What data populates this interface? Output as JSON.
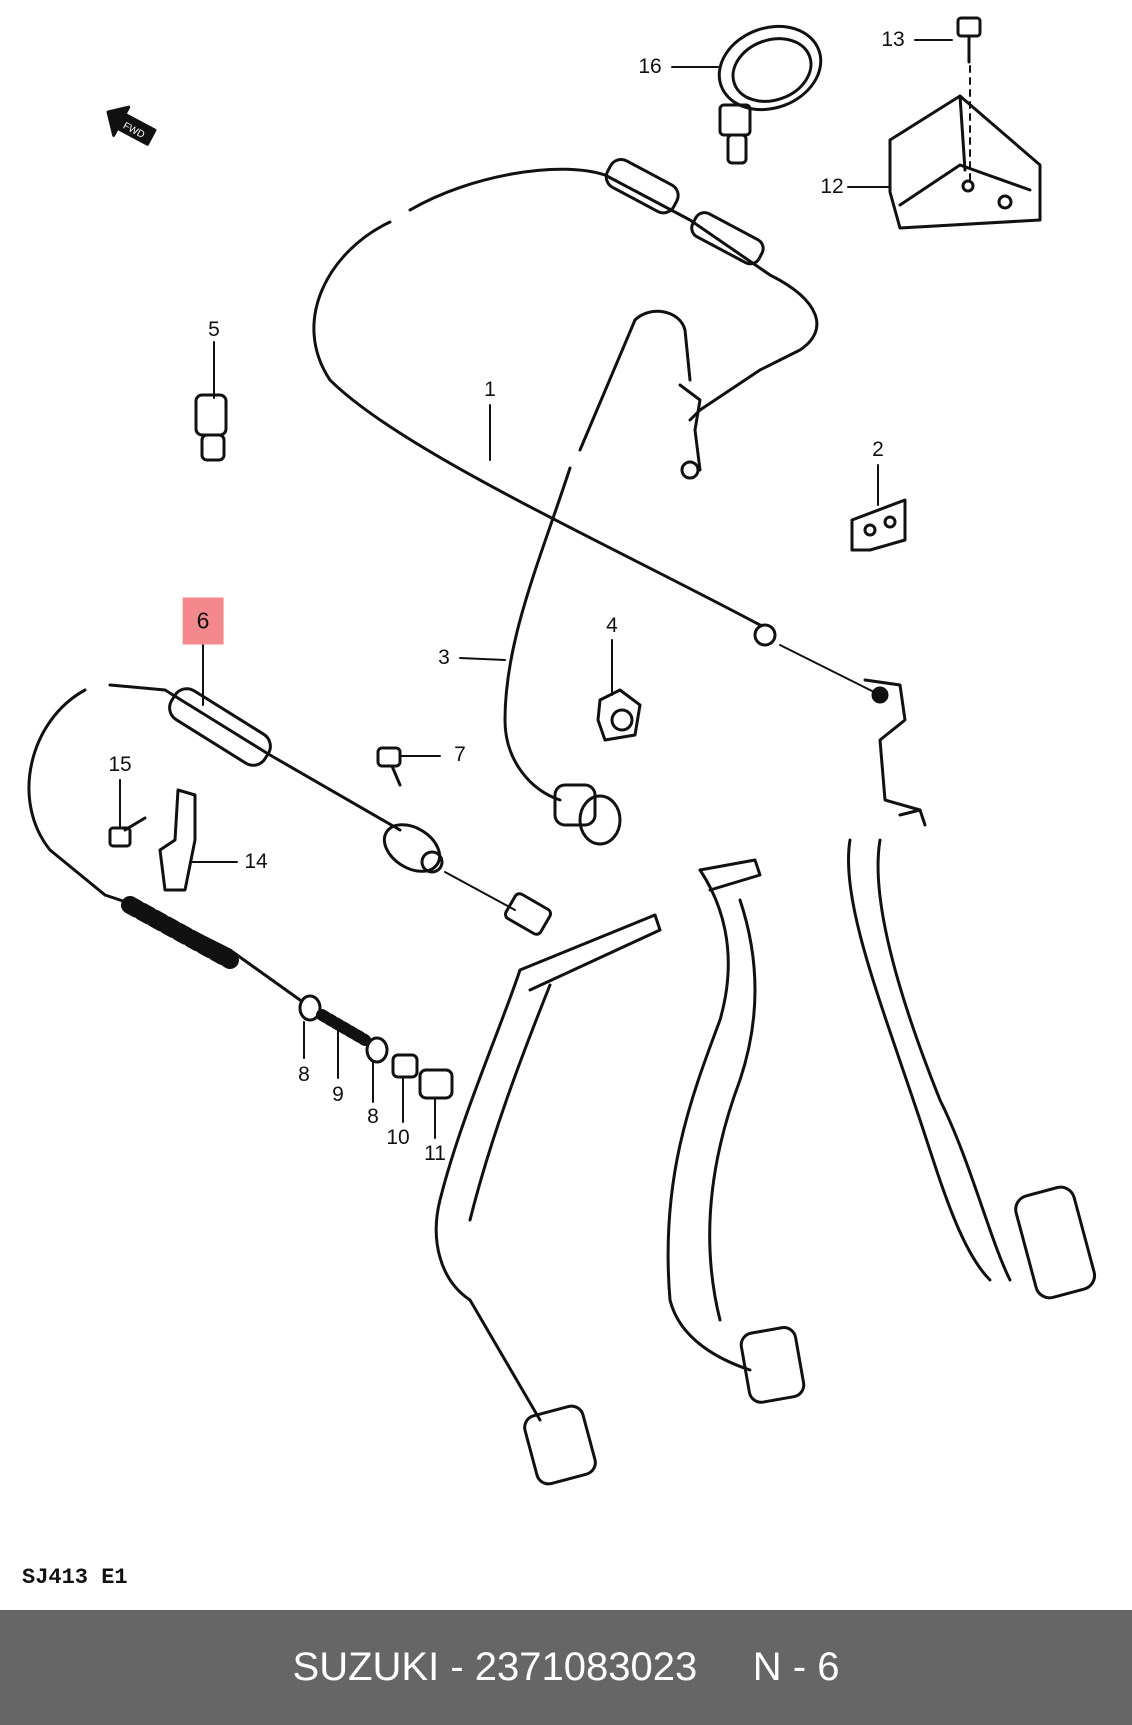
{
  "drawing_code": "SJ413 E1",
  "fwd_label": "FWD",
  "callouts": [
    "1",
    "2",
    "3",
    "4",
    "5",
    "6",
    "7",
    "8",
    "9",
    "8",
    "10",
    "11",
    "12",
    "13",
    "14",
    "15",
    "16"
  ],
  "highlight": {
    "label": "6",
    "color": "#f4898d"
  },
  "footer": {
    "text": "SUZUKI - 2371083023     N - 6",
    "background": "#666666",
    "color": "#ffffff"
  }
}
